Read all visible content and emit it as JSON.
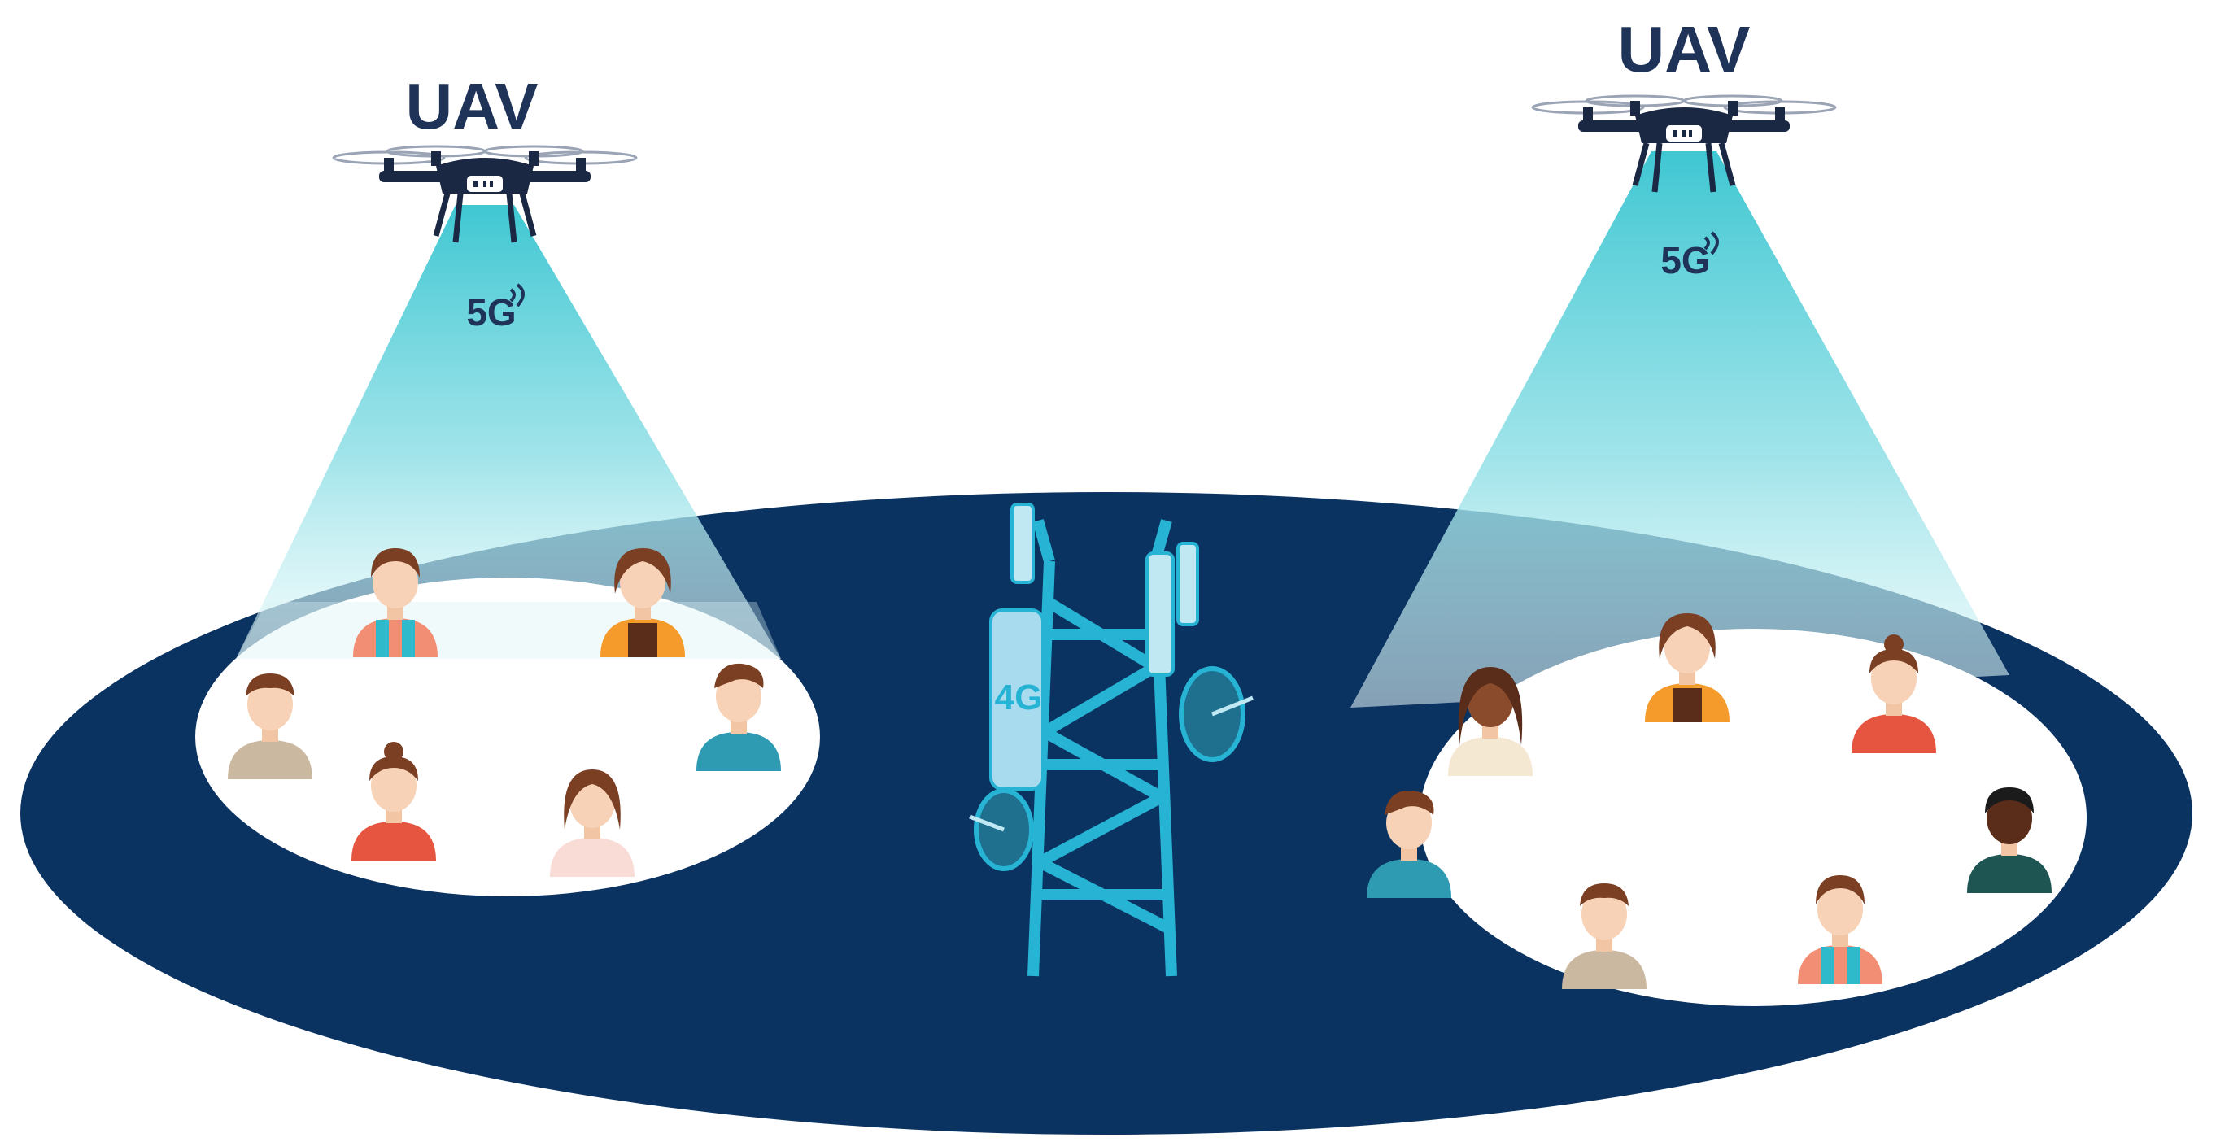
{
  "uavs": [
    {
      "label": "UAV",
      "signal": "5G"
    },
    {
      "label": "UAV",
      "signal": "5G"
    }
  ],
  "tower": {
    "signal": "4G"
  },
  "colors": {
    "macro_cell": "#0b3361",
    "beam": "#55cdd6",
    "tower": "#27b4d4",
    "drone": "#1b2844",
    "label": "#1f3358"
  },
  "left_cluster": {
    "users": [
      "woman-lanyard",
      "woman-orange-jacket",
      "man-beige-shirt",
      "man-teal-shirt",
      "woman-thinking-red",
      "woman-pink-top"
    ]
  },
  "right_cluster": {
    "users": [
      "woman-orange-jacket",
      "woman-curly-hair",
      "woman-thinking-red",
      "man-teal-shirt",
      "man-dark-green-shirt",
      "man-beige-shirt",
      "woman-lanyard"
    ]
  }
}
